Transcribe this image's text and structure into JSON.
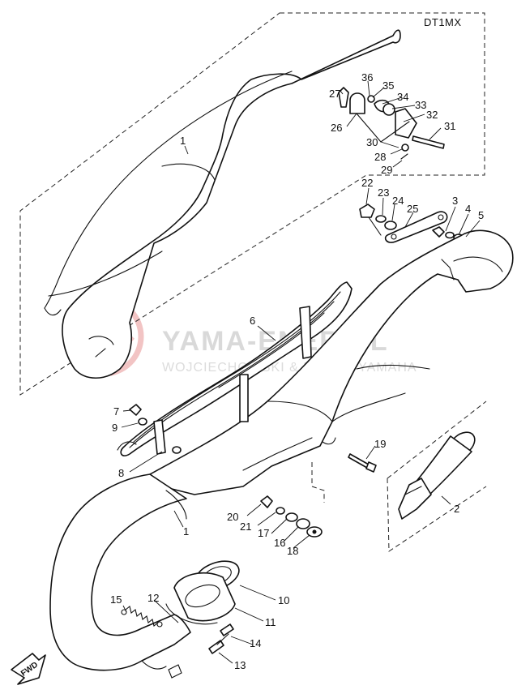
{
  "model_code": "DT1MX",
  "fwd_label": "FWD",
  "watermark": {
    "brand": "YAMA-ENER.PL",
    "subtitle": "WOJCIECHOWSKI & DONER YAMAHA"
  },
  "part_labels": [
    {
      "id": "1",
      "text": "1"
    },
    {
      "id": "1b",
      "text": "1"
    },
    {
      "id": "2",
      "text": "2"
    },
    {
      "id": "3",
      "text": "3"
    },
    {
      "id": "4",
      "text": "4"
    },
    {
      "id": "5",
      "text": "5"
    },
    {
      "id": "6",
      "text": "6"
    },
    {
      "id": "7",
      "text": "7"
    },
    {
      "id": "8",
      "text": "8"
    },
    {
      "id": "9",
      "text": "9"
    },
    {
      "id": "10",
      "text": "10"
    },
    {
      "id": "11",
      "text": "11"
    },
    {
      "id": "12",
      "text": "12"
    },
    {
      "id": "13",
      "text": "13"
    },
    {
      "id": "14",
      "text": "14"
    },
    {
      "id": "15",
      "text": "15"
    },
    {
      "id": "16",
      "text": "16"
    },
    {
      "id": "17",
      "text": "17"
    },
    {
      "id": "18",
      "text": "18"
    },
    {
      "id": "19",
      "text": "19"
    },
    {
      "id": "20",
      "text": "20"
    },
    {
      "id": "21",
      "text": "21"
    },
    {
      "id": "22",
      "text": "22"
    },
    {
      "id": "23",
      "text": "23"
    },
    {
      "id": "24",
      "text": "24"
    },
    {
      "id": "25",
      "text": "25"
    },
    {
      "id": "26",
      "text": "26"
    },
    {
      "id": "27",
      "text": "27"
    },
    {
      "id": "28",
      "text": "28"
    },
    {
      "id": "29",
      "text": "29"
    },
    {
      "id": "30",
      "text": "30"
    },
    {
      "id": "31",
      "text": "31"
    },
    {
      "id": "32",
      "text": "32"
    },
    {
      "id": "33",
      "text": "33"
    },
    {
      "id": "34",
      "text": "34"
    },
    {
      "id": "35",
      "text": "35"
    },
    {
      "id": "36",
      "text": "36"
    }
  ]
}
